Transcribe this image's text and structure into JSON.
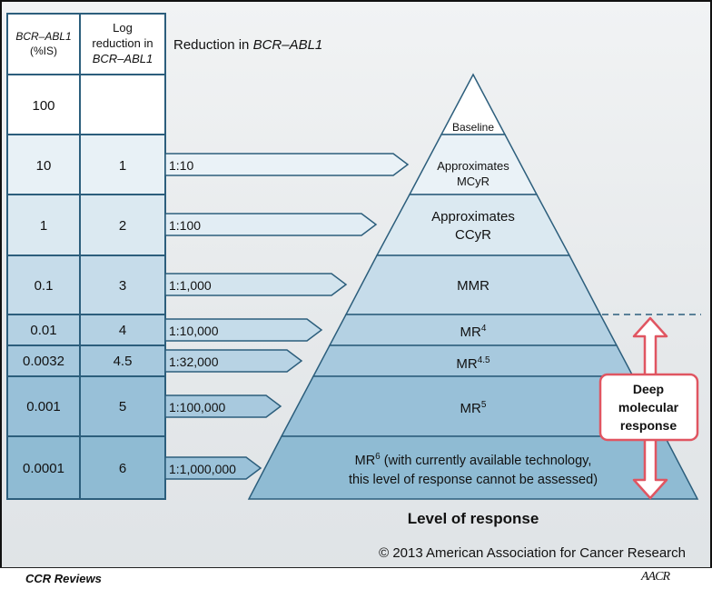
{
  "table": {
    "col1_header_line1": "BCR–ABL1",
    "col1_header_line2": "(%IS)",
    "col2_header_line1": "Log",
    "col2_header_line2": "reduction in",
    "col2_header_line3": "BCR–ABL1",
    "rows": [
      {
        "pct": "100",
        "log": ""
      },
      {
        "pct": "10",
        "log": "1"
      },
      {
        "pct": "1",
        "log": "2"
      },
      {
        "pct": "0.1",
        "log": "3"
      },
      {
        "pct": "0.01",
        "log": "4"
      },
      {
        "pct": "0.0032",
        "log": "4.5"
      },
      {
        "pct": "0.001",
        "log": "5"
      },
      {
        "pct": "0.0001",
        "log": "6"
      }
    ]
  },
  "reduction": {
    "title_prefix": "Reduction in ",
    "title_gene": "BCR–ABL1",
    "arrows": [
      "1:10",
      "1:100",
      "1:1,000",
      "1:10,000",
      "1:32,000",
      "1:100,000",
      "1:1,000,000"
    ]
  },
  "pyramid": {
    "levels": [
      {
        "line1": "Baseline",
        "line2": "",
        "sup": ""
      },
      {
        "line1": "Approximates",
        "line2": "MCyR",
        "sup": ""
      },
      {
        "line1": "Approximates",
        "line2": "CCyR",
        "sup": ""
      },
      {
        "line1": "MMR",
        "line2": "",
        "sup": ""
      },
      {
        "line1": "MR",
        "line2": "",
        "sup": "4"
      },
      {
        "line1": "MR",
        "line2": "",
        "sup": "4.5"
      },
      {
        "line1": "MR",
        "line2": "",
        "sup": "5"
      },
      {
        "line1": "MR",
        "line2": " (with currently available technology,",
        "sup": "6",
        "line3": "this level of response cannot be assessed)"
      }
    ],
    "axis_label": "Level of response"
  },
  "deep_response": {
    "line1": "Deep",
    "line2": "molecular",
    "line3": "response"
  },
  "copyright": "© 2013 American Association for Cancer Research",
  "footer": {
    "journal": "CCR Reviews",
    "logo": "AACR"
  },
  "colors": {
    "light_fill": "#e8f1f6",
    "mid_fill": "#bfd8e6",
    "dark_fill": "#8fbbd3",
    "border": "#2c5e7c",
    "deep_response_arrow": "#e05561"
  }
}
